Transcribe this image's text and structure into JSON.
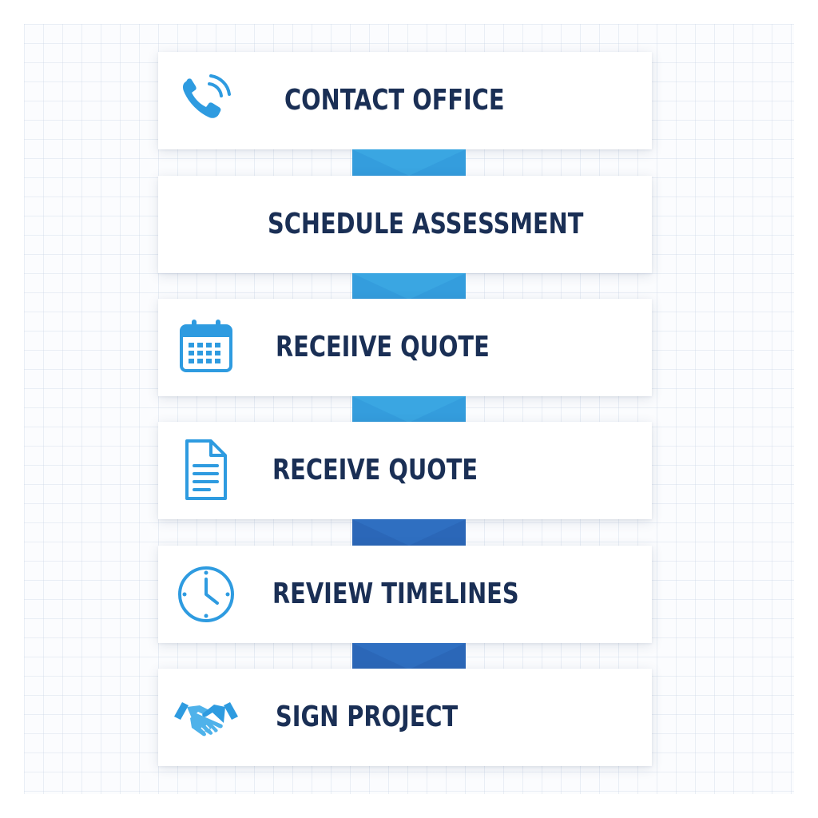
{
  "steps": [
    {
      "label": "CONTACT OFFICE",
      "icon": "phone-icon"
    },
    {
      "label": "SCHEDULE ASSESSMENT",
      "icon": ""
    },
    {
      "label": "RECEIIVE QUOTE",
      "icon": "calendar-icon"
    },
    {
      "label": "RECEIVE QUOTE",
      "icon": "document-icon"
    },
    {
      "label": "REVIEW TIMELINES",
      "icon": "clock-icon"
    },
    {
      "label": "SIGN PROJECT",
      "icon": "handshake-icon"
    }
  ],
  "colors": {
    "label_text": "#1a2f55",
    "icon_blue": "#2e9be0",
    "connector_light": "#3aa6e2",
    "connector_dark": "#2f6fc1",
    "card_background": "#ffffff",
    "page_background": "#fbfcfe"
  }
}
